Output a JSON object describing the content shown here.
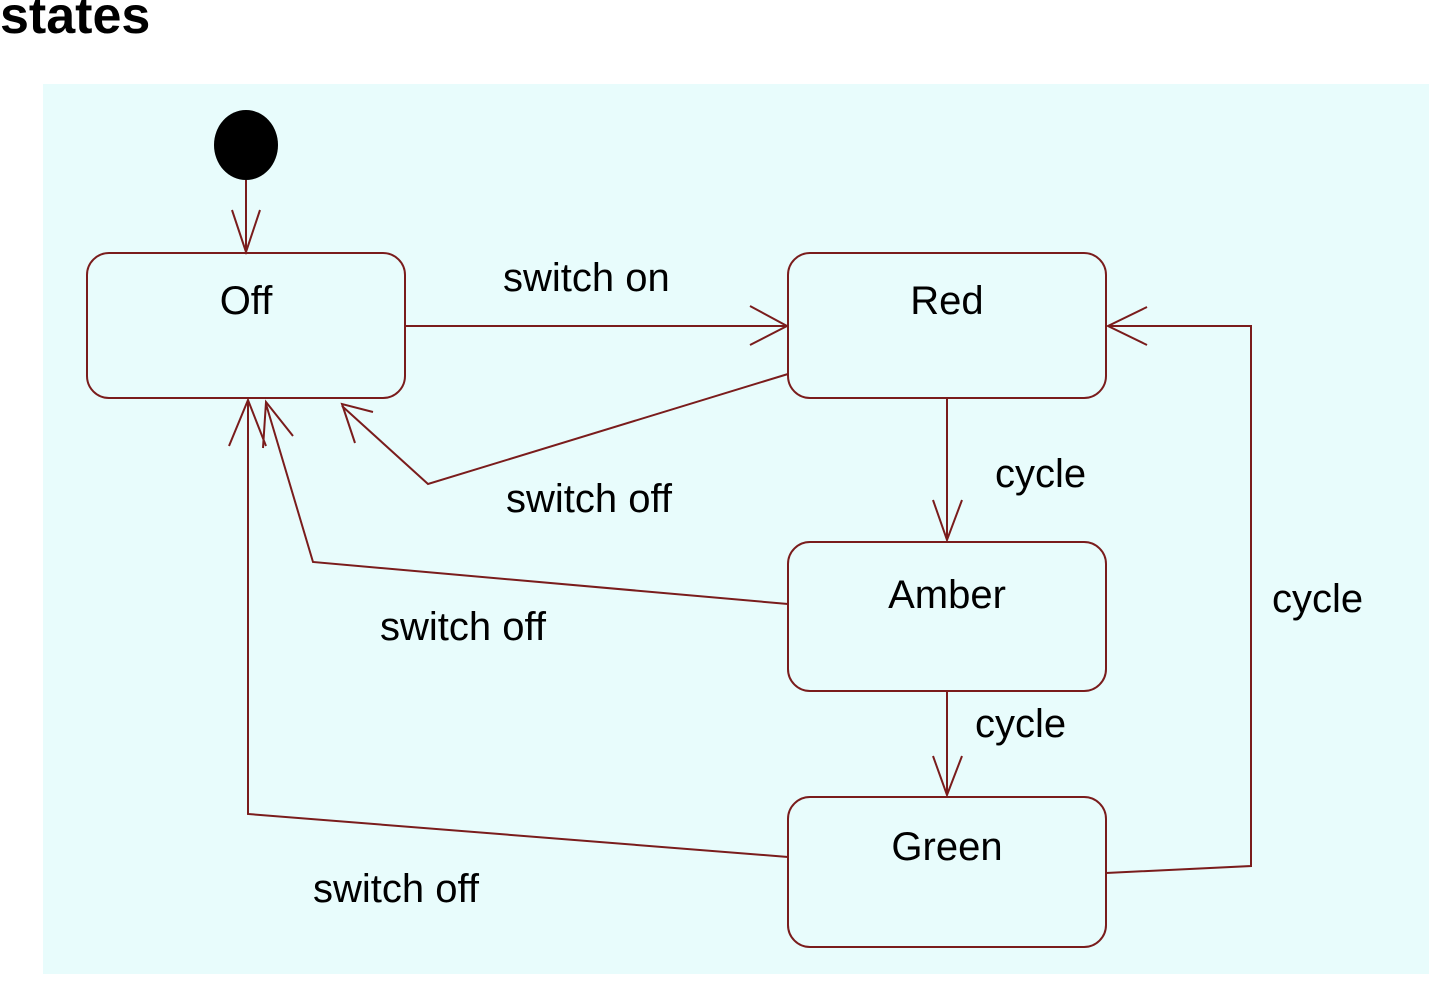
{
  "title": "states",
  "colors": {
    "background": "#e8fcfc",
    "stroke": "#7a1c1c",
    "initial_node": "#000000",
    "text": "#000000"
  },
  "states": {
    "off": "Off",
    "red": "Red",
    "amber": "Amber",
    "green": "Green"
  },
  "transitions": {
    "off_to_red": "switch on",
    "red_to_off": "switch off",
    "red_to_amber": "cycle",
    "amber_to_off": "switch off",
    "amber_to_green": "cycle",
    "green_to_off": "switch off",
    "green_to_red": "cycle"
  }
}
